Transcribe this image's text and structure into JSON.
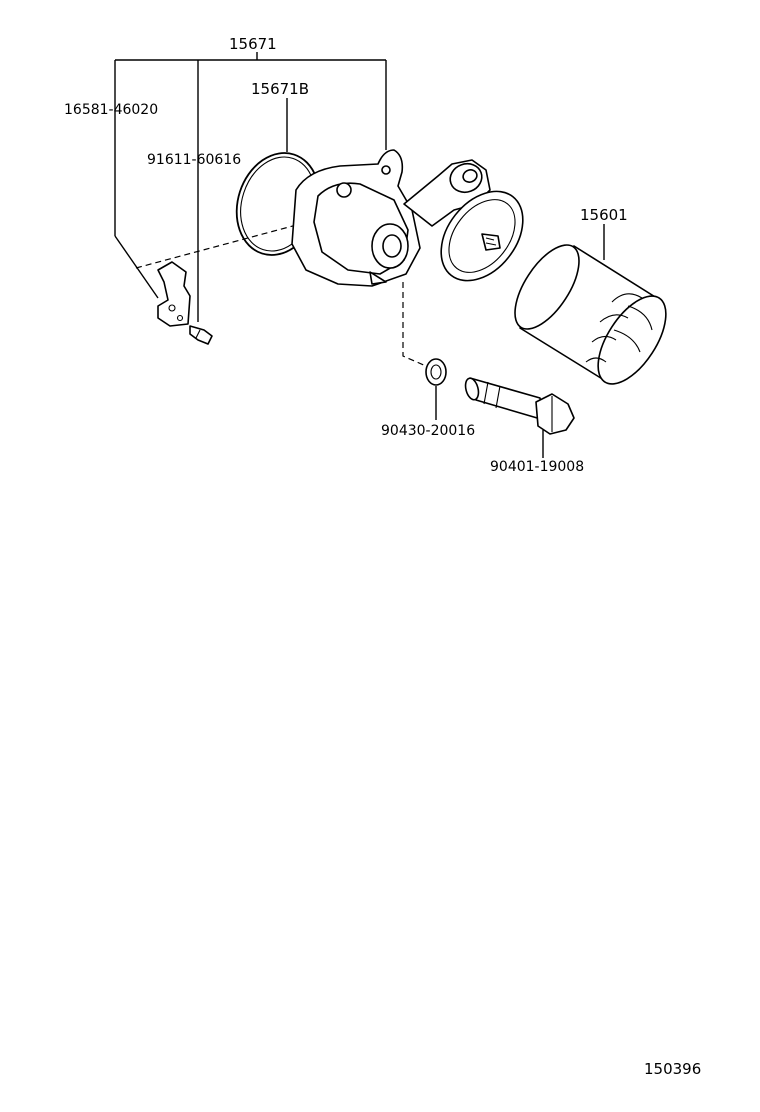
{
  "labels": {
    "p15671": "15671",
    "p15671b": "15671B",
    "p16581": "16581-46020",
    "p91611": "91611-60616",
    "p15601": "15601",
    "p90430": "90430-20016",
    "p90401": "90401-19008",
    "diagram_number": "150396"
  }
}
